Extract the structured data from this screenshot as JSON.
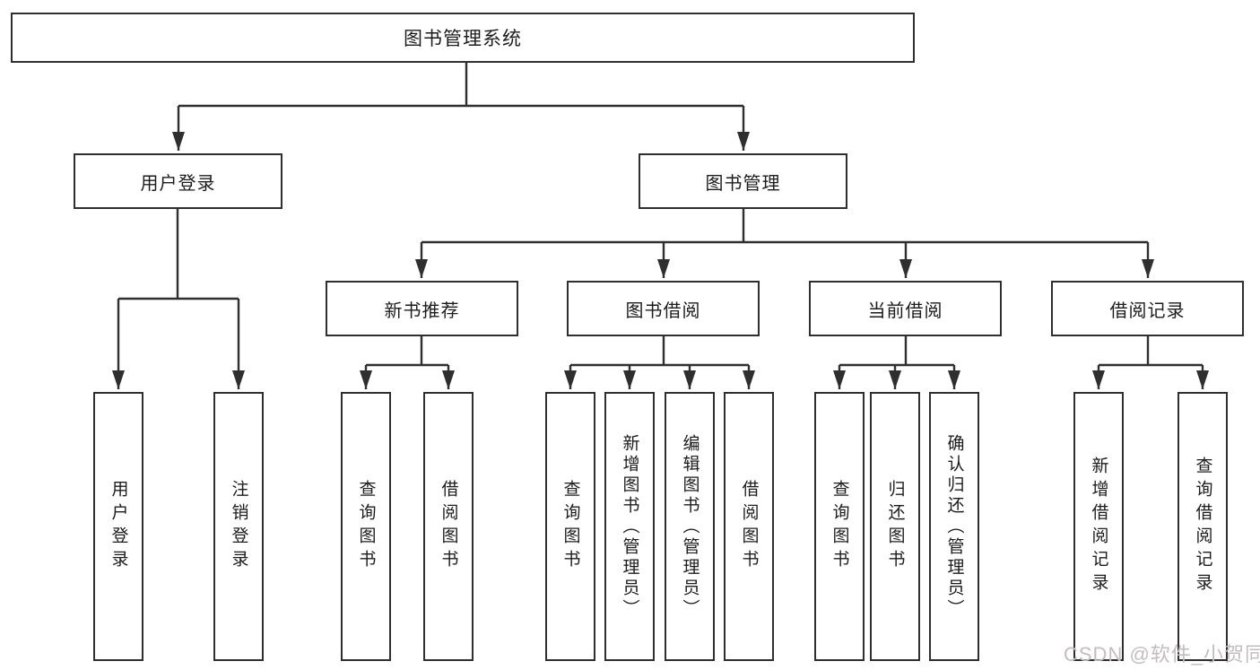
{
  "diagram": {
    "title": "图书管理系统",
    "branches": [
      {
        "label": "用户登录",
        "children": [
          {
            "label": "用户登录"
          },
          {
            "label": "注销登录"
          }
        ]
      },
      {
        "label": "图书管理",
        "children": [
          {
            "label": "新书推荐",
            "children": [
              {
                "label": "查询图书"
              },
              {
                "label": "借阅图书"
              }
            ]
          },
          {
            "label": "图书借阅",
            "children": [
              {
                "label": "查询图书"
              },
              {
                "label": "新增图书（管理员）"
              },
              {
                "label": "编辑图书（管理员）"
              },
              {
                "label": "借阅图书"
              }
            ]
          },
          {
            "label": "当前借阅",
            "children": [
              {
                "label": "查询图书"
              },
              {
                "label": "归还图书"
              },
              {
                "label": "确认归还（管理员）"
              }
            ]
          },
          {
            "label": "借阅记录",
            "children": [
              {
                "label": "新增借阅记录"
              },
              {
                "label": "查询借阅记录"
              }
            ]
          }
        ]
      }
    ]
  },
  "watermark": {
    "text": "CSDN @软件_小贺同学"
  },
  "colors": {
    "line": "#2f2f2f",
    "box-border": "#2f2f2f",
    "text": "#1c1c1c",
    "background": "#ffffff",
    "watermark": "#c3bdc1"
  }
}
